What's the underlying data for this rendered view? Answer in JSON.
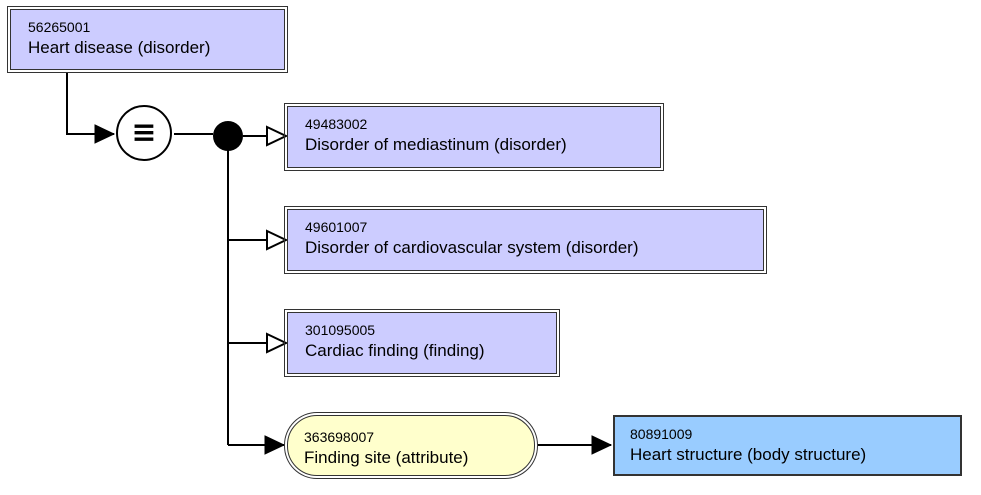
{
  "diagram": {
    "focus_concept": {
      "sctid": "56265001",
      "fsn": "Heart disease (disorder)"
    },
    "definition_status_symbol": "≡",
    "parents": [
      {
        "sctid": "49483002",
        "fsn": "Disorder of mediastinum (disorder)"
      },
      {
        "sctid": "49601007",
        "fsn": "Disorder of cardiovascular system (disorder)"
      },
      {
        "sctid": "301095005",
        "fsn": "Cardiac finding (finding)"
      }
    ],
    "attribute": {
      "sctid": "363698007",
      "fsn": "Finding site (attribute)"
    },
    "attribute_value": {
      "sctid": "80891009",
      "fsn": "Heart structure (body structure)"
    },
    "colors": {
      "primitive_concept": "#ccccff",
      "attribute": "#ffffcc",
      "body_structure": "#99ccff",
      "lines": "#000000"
    }
  }
}
